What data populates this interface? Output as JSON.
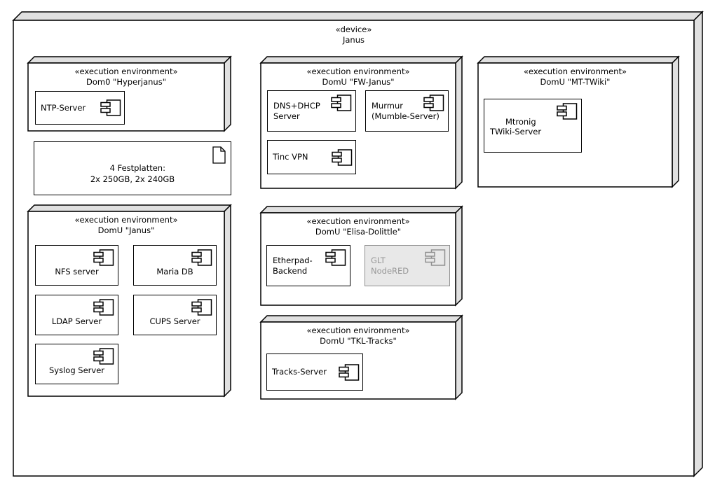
{
  "colors": {
    "line": "#000000",
    "face": "#ffffff",
    "bevel": "#e0e0e0",
    "disabled_fill": "#e8e8e8",
    "disabled_line": "#8f8f8f",
    "disabled_text": "#979797"
  },
  "device": {
    "stereotype": "«device»",
    "name": "Janus"
  },
  "nodes": {
    "dom0": {
      "stereotype": "«execution environment»",
      "name": "Dom0 \"Hyperjanus\"",
      "components": {
        "ntp": {
          "label": "NTP-Server"
        }
      }
    },
    "fw_janus": {
      "stereotype": "«execution environment»",
      "name": "DomU \"FW-Janus\"",
      "components": {
        "dns_dhcp": {
          "label": "DNS+DHCP\nServer"
        },
        "murmur": {
          "label": "Murmur\n(Mumble-Server)"
        },
        "tinc_vpn": {
          "label": "Tinc VPN"
        }
      }
    },
    "mt_twiki": {
      "stereotype": "«execution environment»",
      "name": "DomU \"MT-TWiki\"",
      "components": {
        "twiki": {
          "label": "Mtronig\nTWiki-Server"
        }
      }
    },
    "janus": {
      "stereotype": "«execution environment»",
      "name": "DomU \"Janus\"",
      "components": {
        "nfs": {
          "label": "NFS server"
        },
        "maria": {
          "label": "Maria DB"
        },
        "ldap": {
          "label": "LDAP Server"
        },
        "cups": {
          "label": "CUPS Server"
        },
        "syslog": {
          "label": "Syslog Server"
        }
      }
    },
    "elisa": {
      "stereotype": "«execution environment»",
      "name": "DomU \"Elisa-Dolittle\"",
      "components": {
        "etherpad": {
          "label": "Etherpad-\nBackend"
        },
        "glt": {
          "label": "GLT\nNodeRED"
        }
      }
    },
    "tkl": {
      "stereotype": "«execution environment»",
      "name": "DomU \"TKL-Tracks\"",
      "components": {
        "tracks": {
          "label": "Tracks-Server"
        }
      }
    }
  },
  "artifact": {
    "label": "4 Festplatten:\n2x 250GB, 2x 240GB"
  }
}
